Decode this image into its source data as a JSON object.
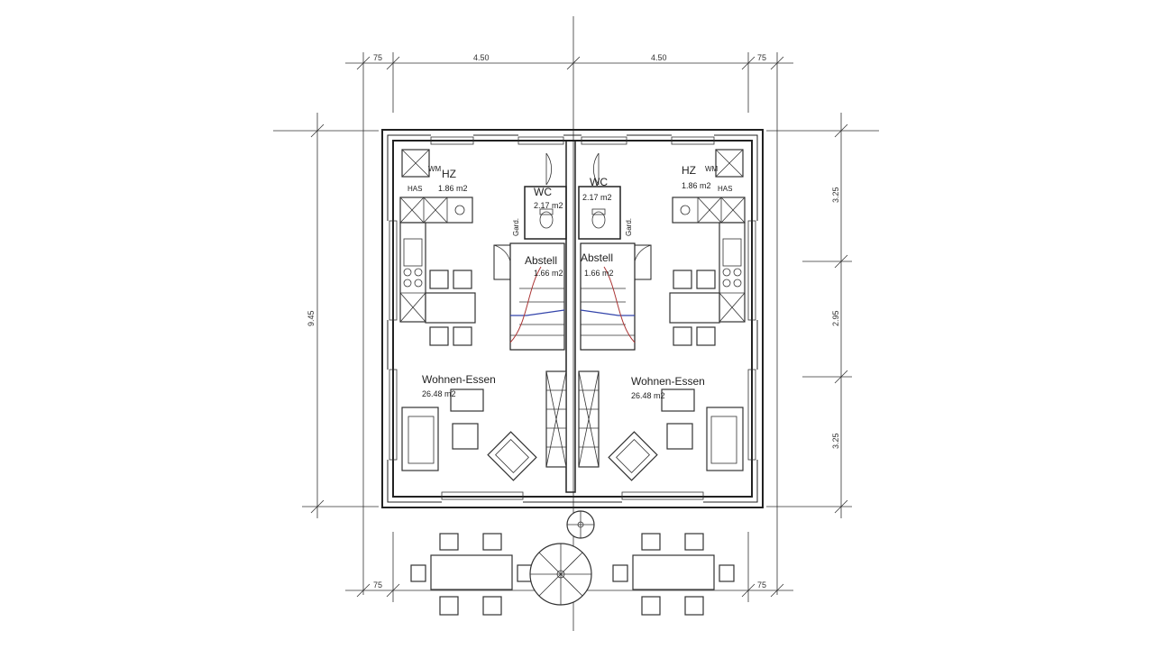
{
  "dimensions": {
    "top_left_margin": "75",
    "top_left_width": "4.50",
    "top_right_width": "4.50",
    "top_right_margin": "75",
    "left_total_height": "9.45",
    "right_segment_1": "3.25",
    "right_segment_2": "2.95",
    "right_segment_3": "3.25",
    "bottom_left_margin": "75",
    "bottom_right_margin": "75"
  },
  "units": {
    "left": {
      "hz_label": "HZ",
      "hz_area": "1.86 m2",
      "has_label": "HAS",
      "wm_label": "WM",
      "wc_label": "WC",
      "wc_area": "2.17 m2",
      "gard_label": "Gard.",
      "abstell_label": "Abstell",
      "abstell_area": "1.66 m2",
      "wohnen_label": "Wohnen-Essen",
      "wohnen_area": "26.48 m2"
    },
    "right": {
      "hz_label": "HZ",
      "hz_area": "1.86 m2",
      "has_label": "HAS",
      "wm_label": "WM",
      "wc_label": "WC",
      "wc_area": "2.17 m2",
      "gard_label": "Gard.",
      "abstell_label": "Abstell",
      "abstell_area": "1.66 m2",
      "wohnen_label": "Wohnen-Essen",
      "wohnen_area": "26.48 m2"
    }
  }
}
